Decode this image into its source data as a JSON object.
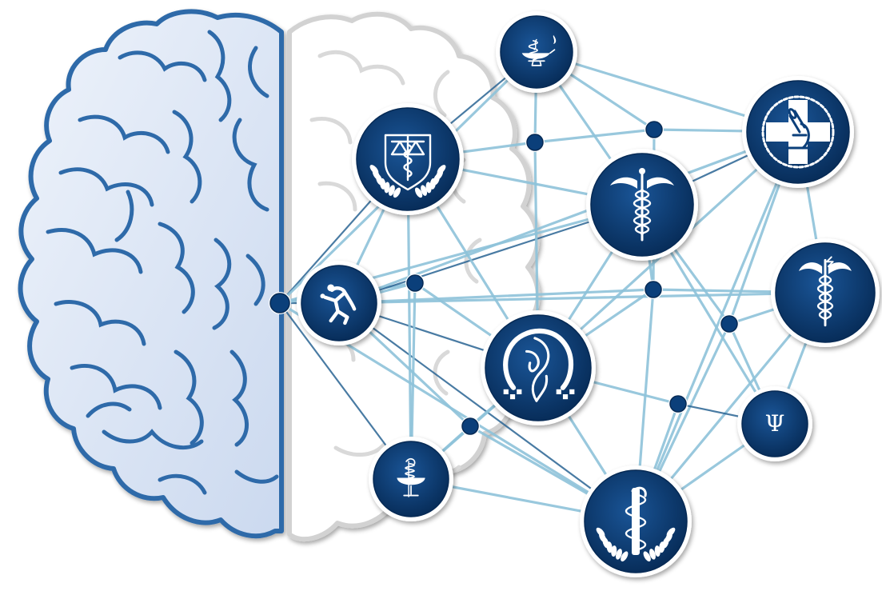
{
  "colors": {
    "background": "#ffffff",
    "navy": "#0b3f7a",
    "navy_dark": "#062a55",
    "brain_left_fill": "#dde7f6",
    "brain_left_stroke": "#2f6aa9",
    "brain_right_fill": "#ffffff",
    "brain_right_stroke": "#d2d2d2",
    "link": "#8ec3da",
    "link_strong": "#2a6494",
    "ring": "#ffffff"
  },
  "nodes": [
    {
      "id": "hub",
      "kind": "dot",
      "icon": "hub-dot-icon"
    },
    {
      "id": "d1",
      "kind": "dot",
      "icon": "junction-dot-icon"
    },
    {
      "id": "d2",
      "kind": "dot",
      "icon": "junction-dot-icon"
    },
    {
      "id": "d3",
      "kind": "dot",
      "icon": "junction-dot-icon"
    },
    {
      "id": "d4",
      "kind": "dot",
      "icon": "junction-dot-icon"
    },
    {
      "id": "d5",
      "kind": "dot",
      "icon": "junction-dot-icon"
    },
    {
      "id": "d6",
      "kind": "dot",
      "icon": "junction-dot-icon"
    },
    {
      "id": "d7",
      "kind": "dot",
      "icon": "junction-dot-icon"
    },
    {
      "id": "pharmacy-lamp",
      "kind": "badge",
      "icon": "pharmacy-lamp-icon"
    },
    {
      "id": "law-shield",
      "kind": "badge",
      "icon": "law-shield-icon"
    },
    {
      "id": "microscope",
      "kind": "badge",
      "icon": "microscope-icon"
    },
    {
      "id": "caduceus",
      "kind": "badge",
      "icon": "caduceus-icon"
    },
    {
      "id": "discus",
      "kind": "badge",
      "icon": "discus-thrower-icon"
    },
    {
      "id": "nursing",
      "kind": "badge",
      "icon": "nursing-caduceus-icon"
    },
    {
      "id": "dentistry",
      "kind": "badge",
      "icon": "dentistry-icon"
    },
    {
      "id": "psychology",
      "kind": "badge",
      "icon": "psi-icon",
      "glyph": "Ψ"
    },
    {
      "id": "pharmacy-bowl",
      "kind": "badge",
      "icon": "bowl-of-hygieia-icon"
    },
    {
      "id": "medicine",
      "kind": "badge",
      "icon": "rod-of-asclepius-icon"
    }
  ],
  "edges": [
    [
      "hub",
      "discus"
    ],
    [
      "hub",
      "law-shield"
    ],
    [
      "hub",
      "pharmacy-bowl"
    ],
    [
      "hub",
      "caduceus"
    ],
    [
      "hub",
      "pharmacy-lamp"
    ],
    [
      "hub",
      "medicine"
    ],
    [
      "hub",
      "d1"
    ],
    [
      "discus",
      "d1"
    ],
    [
      "discus",
      "d2"
    ],
    [
      "discus",
      "caduceus"
    ],
    [
      "discus",
      "law-shield"
    ],
    [
      "discus",
      "dentistry"
    ],
    [
      "discus",
      "medicine"
    ],
    [
      "discus",
      "nursing"
    ],
    [
      "discus",
      "d4"
    ],
    [
      "discus",
      "microscope"
    ],
    [
      "law-shield",
      "pharmacy-lamp"
    ],
    [
      "law-shield",
      "d3"
    ],
    [
      "law-shield",
      "caduceus"
    ],
    [
      "law-shield",
      "dentistry"
    ],
    [
      "law-shield",
      "pharmacy-bowl"
    ],
    [
      "pharmacy-lamp",
      "d3"
    ],
    [
      "pharmacy-lamp",
      "microscope"
    ],
    [
      "pharmacy-lamp",
      "caduceus"
    ],
    [
      "pharmacy-lamp",
      "d5"
    ],
    [
      "d3",
      "d5"
    ],
    [
      "d3",
      "dentistry"
    ],
    [
      "d5",
      "microscope"
    ],
    [
      "d5",
      "d4"
    ],
    [
      "microscope",
      "caduceus"
    ],
    [
      "microscope",
      "nursing"
    ],
    [
      "microscope",
      "d6"
    ],
    [
      "microscope",
      "dentistry"
    ],
    [
      "microscope",
      "medicine"
    ],
    [
      "caduceus",
      "d4"
    ],
    [
      "caduceus",
      "d6"
    ],
    [
      "caduceus",
      "psychology"
    ],
    [
      "caduceus",
      "dentistry"
    ],
    [
      "nursing",
      "d6"
    ],
    [
      "nursing",
      "d4"
    ],
    [
      "nursing",
      "psychology"
    ],
    [
      "nursing",
      "medicine"
    ],
    [
      "d4",
      "dentistry"
    ],
    [
      "d4",
      "medicine"
    ],
    [
      "d6",
      "psychology"
    ],
    [
      "d6",
      "medicine"
    ],
    [
      "dentistry",
      "d7"
    ],
    [
      "dentistry",
      "d2"
    ],
    [
      "dentistry",
      "medicine"
    ],
    [
      "dentistry",
      "pharmacy-bowl"
    ],
    [
      "d7",
      "psychology"
    ],
    [
      "d7",
      "medicine"
    ],
    [
      "d2",
      "pharmacy-bowl"
    ],
    [
      "d2",
      "medicine"
    ],
    [
      "psychology",
      "medicine"
    ],
    [
      "pharmacy-bowl",
      "medicine"
    ],
    [
      "d1",
      "pharmacy-bowl"
    ],
    [
      "d1",
      "dentistry"
    ]
  ]
}
